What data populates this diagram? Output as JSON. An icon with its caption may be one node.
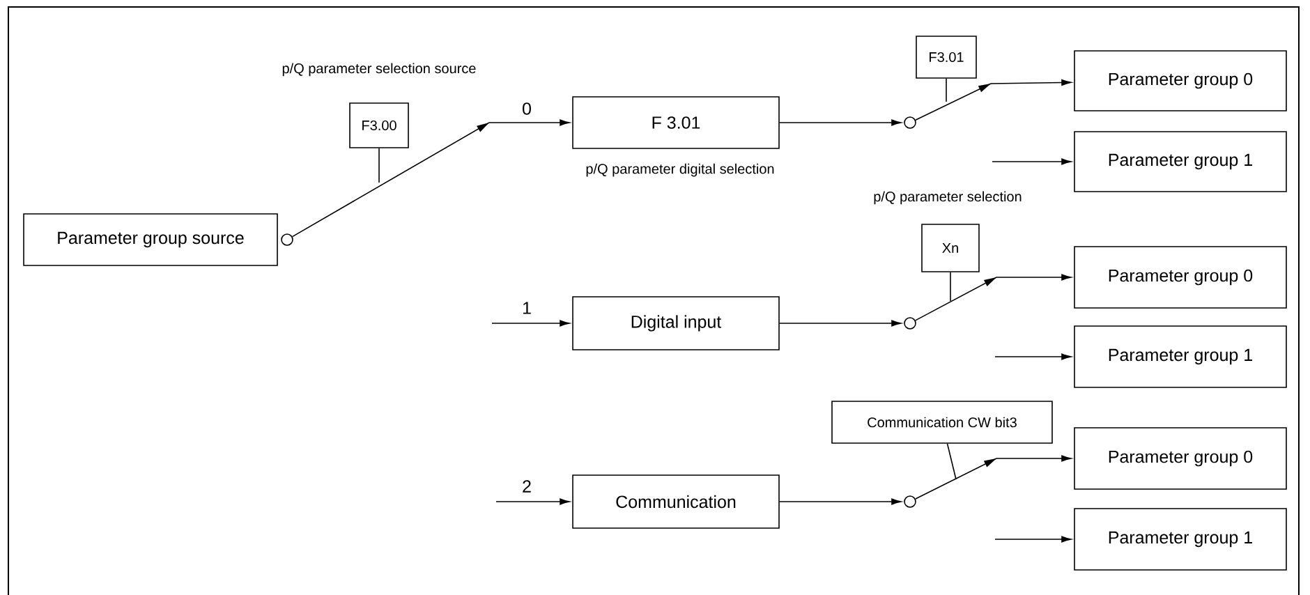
{
  "diagram": {
    "nodes": [
      {
        "text": [
          "Parameter group source"
        ]
      },
      {
        "text": [
          "F3.00"
        ],
        "beside": [
          "p/Q parameter selection source"
        ]
      },
      {
        "text": [
          "F 3.01"
        ],
        "beside": [
          "p/Q parameter digital selection"
        ]
      },
      {
        "text": [
          "F3.01"
        ]
      },
      {
        "text": [
          "Parameter group 0"
        ]
      },
      {
        "text": [
          "Parameter group 1"
        ]
      },
      {
        "text": [
          "Xn"
        ],
        "beside": [
          "p/Q parameter selection"
        ]
      },
      {
        "text": [
          "Digital input"
        ]
      },
      {
        "text": [
          "Parameter group 0"
        ]
      },
      {
        "text": [
          "Parameter group 1"
        ]
      },
      {
        "text": [
          "Communication CW bit3"
        ]
      },
      {
        "text": [
          "Communication"
        ]
      },
      {
        "text": [
          "Parameter group 0"
        ]
      },
      {
        "text": [
          "Parameter group 1"
        ]
      },
      {
        "text": [],
        "shape": "circle"
      },
      {
        "text": [],
        "shape": "circle"
      },
      {
        "text": [],
        "shape": "circle"
      },
      {
        "text": [],
        "shape": "circle"
      }
    ],
    "edges": [
      {
        "from": 14,
        "to": 2,
        "arrow": "to",
        "label": "0"
      },
      {
        "from": 1,
        "to": null,
        "arrow": "none"
      },
      {
        "from": 2,
        "to": 15,
        "arrow": "to"
      },
      {
        "from": 15,
        "to": 4,
        "arrow": "to"
      },
      {
        "from": 3,
        "to": null,
        "arrow": "none"
      },
      {
        "from": null,
        "to": 5,
        "arrow": "to"
      },
      {
        "from": null,
        "to": 7,
        "arrow": "to",
        "label": "1"
      },
      {
        "from": 7,
        "to": 16,
        "arrow": "to"
      },
      {
        "from": 16,
        "to": 8,
        "arrow": "to"
      },
      {
        "from": 6,
        "to": null,
        "arrow": "none"
      },
      {
        "from": null,
        "to": 9,
        "arrow": "to"
      },
      {
        "from": null,
        "to": 11,
        "arrow": "to",
        "label": "2"
      },
      {
        "from": 11,
        "to": 17,
        "arrow": "to"
      },
      {
        "from": 17,
        "to": 12,
        "arrow": "to"
      },
      {
        "from": 10,
        "to": null,
        "arrow": "none"
      },
      {
        "from": null,
        "to": 13,
        "arrow": "to"
      }
    ]
  }
}
